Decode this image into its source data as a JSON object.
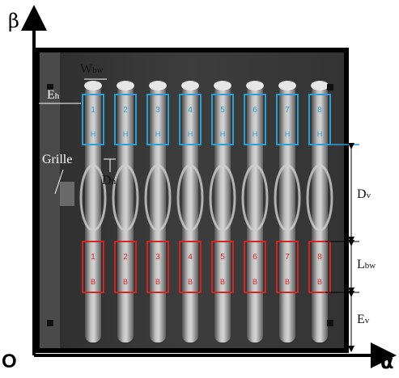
{
  "axes": {
    "vertical_symbol": "β",
    "horizontal_symbol": "α",
    "origin_label": "O"
  },
  "dimension_labels": {
    "Eh": {
      "main": "E",
      "sub": "h"
    },
    "Wbw": {
      "main": "W",
      "sub": "bw"
    },
    "Dh": {
      "main": "D",
      "sub": "h"
    },
    "Dv": {
      "main": "D",
      "sub": "v"
    },
    "Lbw": {
      "main": "L",
      "sub": "bw"
    },
    "Ev": {
      "main": "E",
      "sub": "v"
    }
  },
  "grille_label": "Grille",
  "top_boxes": {
    "color": "#2a9fd6",
    "count": 8,
    "digits": [
      "1",
      "2",
      "3",
      "4",
      "5",
      "6",
      "7",
      "8"
    ],
    "bottom_mark": "H"
  },
  "bottom_boxes": {
    "color": "#d42323",
    "count": 8,
    "digits": [
      "1",
      "2",
      "3",
      "4",
      "5",
      "6",
      "7",
      "8"
    ],
    "bottom_mark": "B"
  },
  "colors": {
    "photo_background": "#3a3a3a",
    "frame": "#000000",
    "top_box": "#2a9fd6",
    "bottom_box": "#d42323"
  }
}
